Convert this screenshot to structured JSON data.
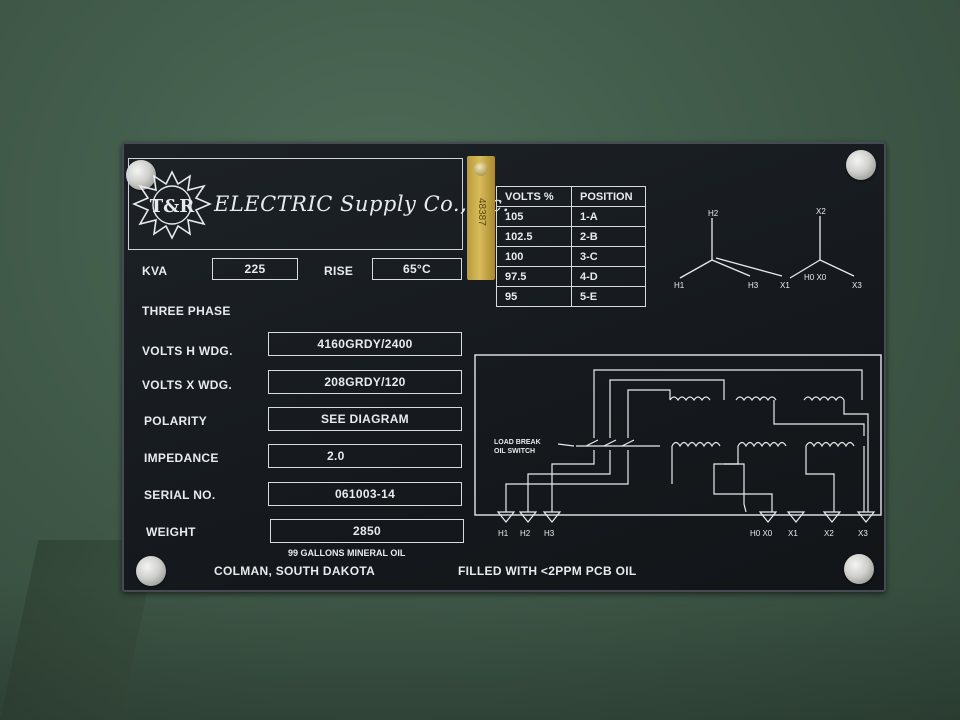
{
  "brand": {
    "logo_text": "T&R",
    "name": "ELECTRIC Supply Co.,Inc."
  },
  "tag_number": "48387",
  "ratings": {
    "kva_label": "KVA",
    "kva_value": "225",
    "rise_label": "RISE",
    "rise_value": "65°C",
    "phase": "THREE PHASE",
    "volts_h_label": "VOLTS H WDG.",
    "volts_h_value": "4160GRDY/2400",
    "volts_x_label": "VOLTS X WDG.",
    "volts_x_value": "208GRDY/120",
    "polarity_label": "POLARITY",
    "polarity_value": "SEE DIAGRAM",
    "impedance_label": "IMPEDANCE",
    "impedance_value": "2.0",
    "serial_label": "SERIAL NO.",
    "serial_value": "061003-14",
    "weight_label": "WEIGHT",
    "weight_value": "2850",
    "oil_note": "99 GALLONS MINERAL OIL"
  },
  "taps": {
    "headers": [
      "VOLTS %",
      "POSITION"
    ],
    "rows": [
      [
        "105",
        "1-A"
      ],
      [
        "102.5",
        "2-B"
      ],
      [
        "100",
        "3-C"
      ],
      [
        "97.5",
        "4-D"
      ],
      [
        "95",
        "5-E"
      ]
    ]
  },
  "vector_diagram": {
    "h_labels": [
      "H1",
      "H2",
      "H3"
    ],
    "x_labels": [
      "X1",
      "X2",
      "X3",
      "H0 X0"
    ]
  },
  "wiring_diagram": {
    "switch_label_1": "LOAD BREAK",
    "switch_label_2": "OIL SWITCH",
    "h_terminals": [
      "H1",
      "H2",
      "H3"
    ],
    "x_terminals": [
      "H0 X0",
      "X1",
      "X2",
      "X3"
    ]
  },
  "footer": {
    "location": "COLMAN, SOUTH DAKOTA",
    "pcb_note": "FILLED WITH <2PPM PCB OIL"
  }
}
